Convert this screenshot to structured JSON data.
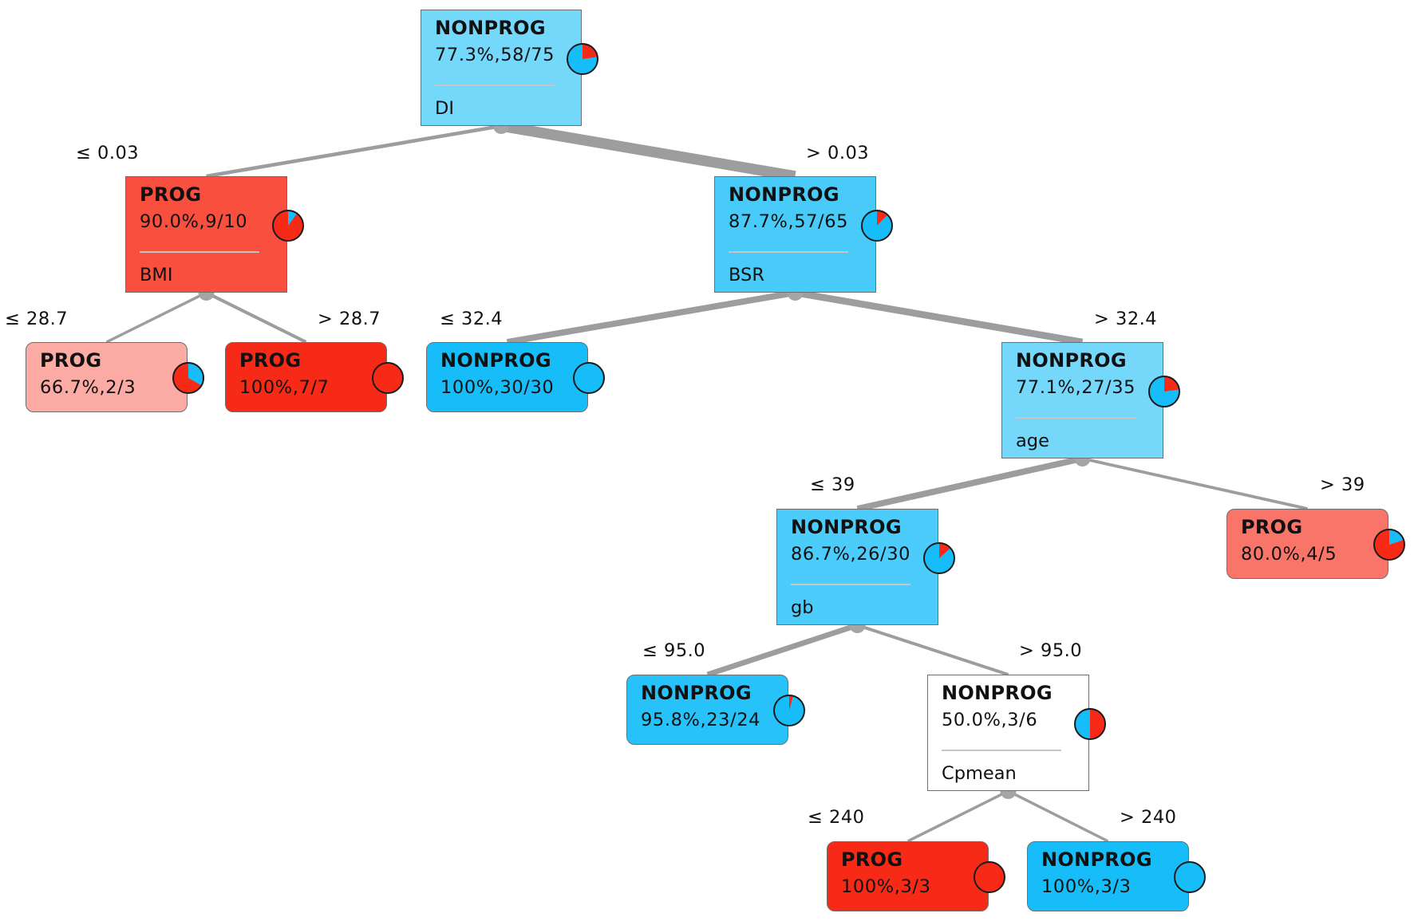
{
  "colors": {
    "nonprog": "#16bdf8",
    "prog": "#f72a17",
    "edge": "#9d9d9f",
    "junction": "#a5a5a7"
  },
  "nodes": [
    {
      "id": "root",
      "class": "NONPROG",
      "value": "77.3%,58/75",
      "split": "DI",
      "fraction": 0.773
    },
    {
      "id": "n-bmi",
      "class": "PROG",
      "value": "90.0%,9/10",
      "split": "BMI",
      "fraction": 0.9
    },
    {
      "id": "n-bsr",
      "class": "NONPROG",
      "value": "87.7%,57/65",
      "split": "BSR",
      "fraction": 0.877
    },
    {
      "id": "leaf-bmi-low",
      "class": "PROG",
      "value": "66.7%,2/3",
      "split": "",
      "fraction": 0.667
    },
    {
      "id": "leaf-bmi-high",
      "class": "PROG",
      "value": "100%,7/7",
      "split": "",
      "fraction": 1.0
    },
    {
      "id": "leaf-bsr-low",
      "class": "NONPROG",
      "value": "100%,30/30",
      "split": "",
      "fraction": 1.0
    },
    {
      "id": "n-age",
      "class": "NONPROG",
      "value": "77.1%,27/35",
      "split": "age",
      "fraction": 0.771
    },
    {
      "id": "n-gb",
      "class": "NONPROG",
      "value": "86.7%,26/30",
      "split": "gb",
      "fraction": 0.867
    },
    {
      "id": "leaf-age-high",
      "class": "PROG",
      "value": "80.0%,4/5",
      "split": "",
      "fraction": 0.8
    },
    {
      "id": "leaf-gb-low",
      "class": "NONPROG",
      "value": "95.8%,23/24",
      "split": "",
      "fraction": 0.958
    },
    {
      "id": "n-cpmean",
      "class": "NONPROG",
      "value": "50.0%,3/6",
      "split": "Cpmean",
      "fraction": 0.5
    },
    {
      "id": "leaf-cp-low",
      "class": "PROG",
      "value": "100%,3/3",
      "split": "",
      "fraction": 1.0
    },
    {
      "id": "leaf-cp-high",
      "class": "NONPROG",
      "value": "100%,3/3",
      "split": "",
      "fraction": 1.0
    }
  ],
  "edges": [
    {
      "from": "root",
      "to": "n-bmi",
      "label": "≤ 0.03",
      "weight": 10
    },
    {
      "from": "root",
      "to": "n-bsr",
      "label": "> 0.03",
      "weight": 65
    },
    {
      "from": "n-bmi",
      "to": "leaf-bmi-low",
      "label": "≤ 28.7",
      "weight": 3
    },
    {
      "from": "n-bmi",
      "to": "leaf-bmi-high",
      "label": "> 28.7",
      "weight": 7
    },
    {
      "from": "n-bsr",
      "to": "leaf-bsr-low",
      "label": "≤ 32.4",
      "weight": 30
    },
    {
      "from": "n-bsr",
      "to": "n-age",
      "label": "> 32.4",
      "weight": 35
    },
    {
      "from": "n-age",
      "to": "n-gb",
      "label": "≤ 39",
      "weight": 30
    },
    {
      "from": "n-age",
      "to": "leaf-age-high",
      "label": "> 39",
      "weight": 5
    },
    {
      "from": "n-gb",
      "to": "leaf-gb-low",
      "label": "≤ 95.0",
      "weight": 24
    },
    {
      "from": "n-gb",
      "to": "n-cpmean",
      "label": "> 95.0",
      "weight": 6
    },
    {
      "from": "n-cpmean",
      "to": "leaf-cp-low",
      "label": "≤ 240",
      "weight": 3
    },
    {
      "from": "n-cpmean",
      "to": "leaf-cp-high",
      "label": "> 240",
      "weight": 3
    }
  ]
}
